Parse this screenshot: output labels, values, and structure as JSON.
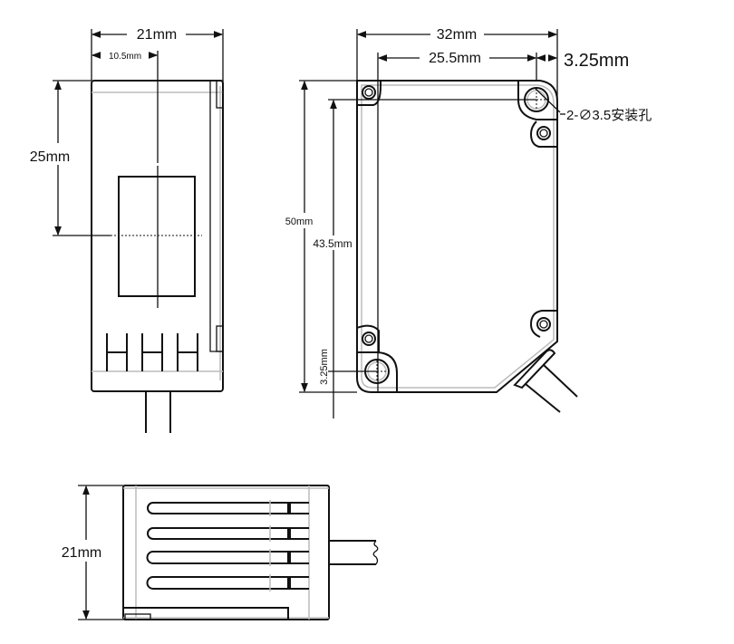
{
  "front_view": {
    "width_label": "21mm",
    "half_width_label": "10.5mm",
    "height_label": "25mm"
  },
  "side_view": {
    "width_label": "32mm",
    "hole_spacing_label": "25.5mm",
    "edge_offset_label": "3.25mm",
    "height_label": "50mm",
    "hole_vertical_label": "43.5mm",
    "bottom_offset_label": "3.25mm",
    "hole_note": "2-∅3.5安装孔"
  },
  "bottom_view": {
    "height_label": "21mm"
  }
}
